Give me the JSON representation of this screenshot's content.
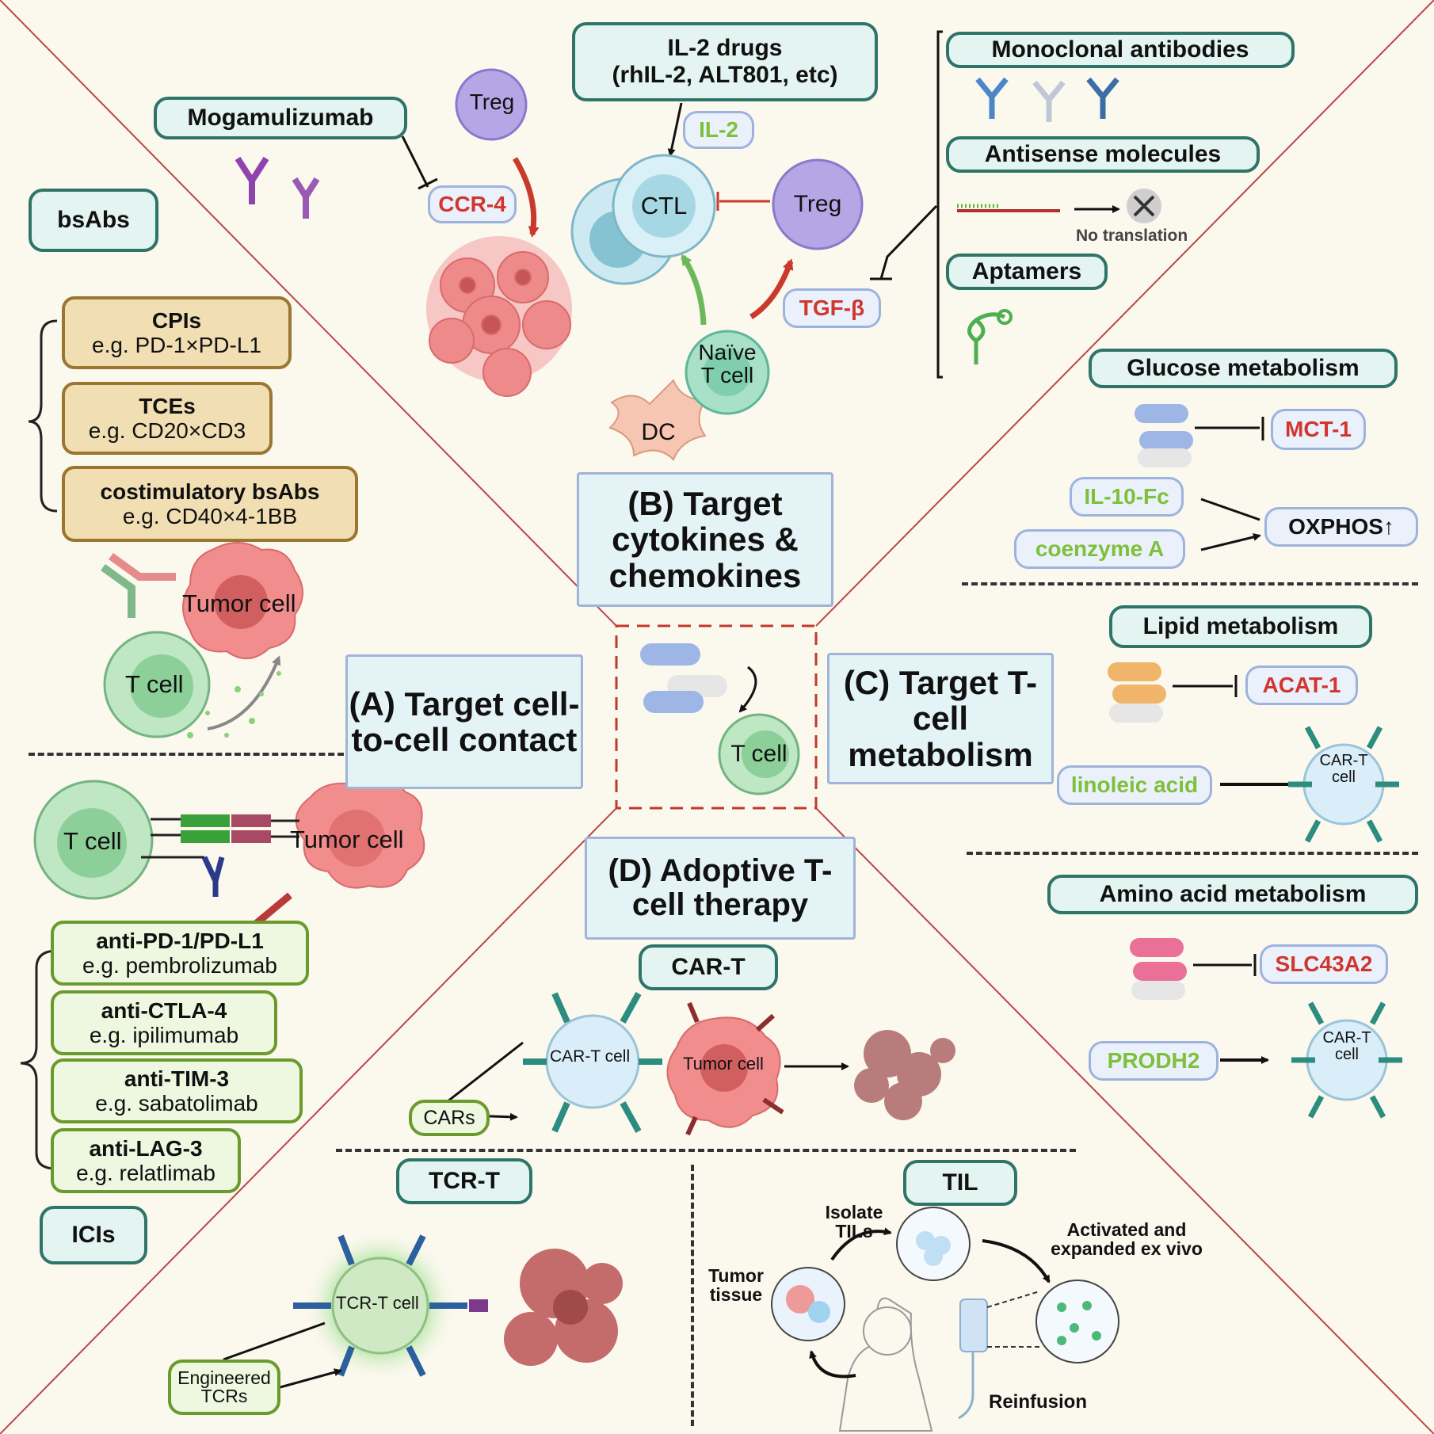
{
  "sections": {
    "a": "(A) Target cell-to-cell contact",
    "b": "(B) Target cytokines & chemokines",
    "c": "(C) Target T-cell metabolism",
    "d": "(D) Adoptive T-cell therapy"
  },
  "a_section": {
    "bsabs_header": "bsAbs",
    "icis_header": "ICIs",
    "bsabs": [
      {
        "title": "CPIs",
        "example": "e.g. PD-1×PD-L1"
      },
      {
        "title": "TCEs",
        "example": "e.g. CD20×CD3"
      },
      {
        "title": "costimulatory bsAbs",
        "example": "e.g. CD40×4-1BB"
      }
    ],
    "icis": [
      {
        "title": "anti-PD-1/PD-L1",
        "example": "e.g. pembrolizumab"
      },
      {
        "title": "anti-CTLA-4",
        "example": "e.g. ipilimumab"
      },
      {
        "title": "anti-TIM-3",
        "example": "e.g. sabatolimab"
      },
      {
        "title": "anti-LAG-3",
        "example": "e.g. relatlimab"
      }
    ],
    "tumor_cell": "Tumor cell",
    "t_cell": "T cell"
  },
  "b_section": {
    "mogamulizumab": "Mogamulizumab",
    "ccr4": "CCR-4",
    "il2_drugs": "IL-2 drugs",
    "il2_drugs_examples": "(rhIL-2, ALT801, etc)",
    "il2": "IL-2",
    "treg": "Treg",
    "ctl": "CTL",
    "naive_t_cell": "Naïve T cell",
    "dc": "DC",
    "tgf_beta": "TGF-β",
    "monoclonal_antibodies": "Monoclonal antibodies",
    "antisense_molecules": "Antisense molecules",
    "no_translation": "No translation",
    "aptamers": "Aptamers"
  },
  "c_section": {
    "glucose": "Glucose metabolism",
    "mct1": "MCT-1",
    "il10fc": "IL-10-Fc",
    "coenzyme_a": "coenzyme A",
    "oxphos": "OXPHOS↑",
    "lipid": "Lipid metabolism",
    "acat1": "ACAT-1",
    "linoleic_acid": "linoleic acid",
    "amino": "Amino acid metabolism",
    "slc43a2": "SLC43A2",
    "prodh2": "PRODH2",
    "car_t_cell": "CAR-T cell"
  },
  "center": {
    "t_cell": "T cell"
  },
  "d_section": {
    "car_t": "CAR-T",
    "car_t_cell": "CAR-T cell",
    "cars": "CARs",
    "tumor_cell": "Tumor cell",
    "tcr_t": "TCR-T",
    "tcr_t_cell": "TCR-T cell",
    "engineered_tcrs": "Engineered TCRs",
    "til": "TIL",
    "isolate_tils": "Isolate TILs",
    "activated_expanded": "Activated and expanded ex vivo",
    "tumor_tissue": "Tumor tissue",
    "reinfusion": "Reinfusion"
  },
  "colors": {
    "background": "#fbf8ee",
    "teal_border": "#2f7468",
    "red_text": "#d2352d",
    "green_text": "#7ec03a",
    "divider": "#b94848"
  }
}
